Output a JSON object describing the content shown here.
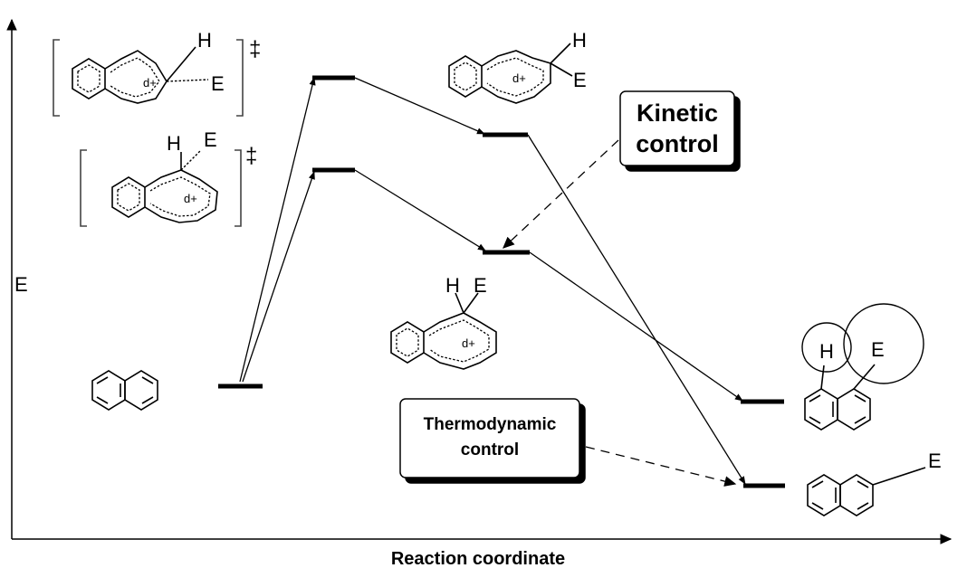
{
  "axes": {
    "y_label": "E",
    "x_label": "Reaction coordinate"
  },
  "callouts": {
    "kinetic": {
      "line1": "Kinetic",
      "line2": "control"
    },
    "thermodynamic": {
      "line1": "Thermodynamic",
      "line2": "control"
    }
  },
  "structures": {
    "ts_beta": {
      "h": "H",
      "e": "E",
      "charge": "d+",
      "dagger": "‡"
    },
    "ts_alpha": {
      "h": "H",
      "e": "E",
      "charge": "d+",
      "dagger": "‡"
    },
    "int_beta": {
      "h": "H",
      "e": "E",
      "charge": "d+"
    },
    "int_alpha": {
      "h": "H",
      "e": "E",
      "charge": "d+"
    },
    "prod_alpha": {
      "h": "H",
      "e": "E"
    },
    "prod_beta": {
      "e": "E"
    }
  }
}
